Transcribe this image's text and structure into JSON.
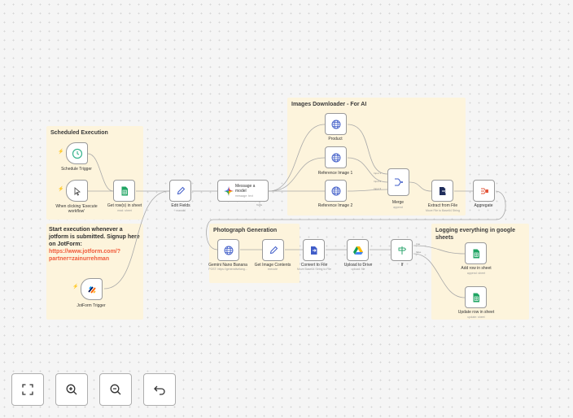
{
  "stickies": {
    "scheduled": "Scheduled Execution",
    "downloader": "Images Downloader - For AI",
    "photograph": "Photograph Generation",
    "logging": "Logging everything in google sheets"
  },
  "note": {
    "line1": "Start execution whenever a jotform is submitted. Signup here on JotForm:",
    "link1": "https://www.jotform.com/?",
    "link2": "partner=zainurrehman"
  },
  "nodes": {
    "schedule_trigger": {
      "label": "Schedule Trigger"
    },
    "manual_trigger": {
      "label": "When clicking 'Execute workflow'"
    },
    "get_rows": {
      "label": "Get row(s) in sheet",
      "sub": "read: sheet"
    },
    "jotform_trigger": {
      "label": "JotForm Trigger"
    },
    "edit_fields": {
      "label": "Edit Fields",
      "sub": "manual"
    },
    "message_model": {
      "label": "Message a model",
      "sub": "message: text"
    },
    "product": {
      "label": "Product"
    },
    "reference1": {
      "label": "Reference Image 1"
    },
    "reference2": {
      "label": "Reference Image 2"
    },
    "merge": {
      "label": "Merge",
      "sub": "append"
    },
    "extract": {
      "label": "Extract from File",
      "sub": "Move File to Base64 String"
    },
    "aggregate": {
      "label": "Aggregate"
    },
    "gemini": {
      "label": "Gemini Nano Banana",
      "sub": "POST: https://generativelang..."
    },
    "get_image": {
      "label": "Get Image Contents",
      "sub": "execute"
    },
    "convert": {
      "label": "Convert to File",
      "sub": "Move Base64 String to File"
    },
    "upload": {
      "label": "Upload to Drive",
      "sub": "upload: file"
    },
    "if": {
      "label": "If"
    },
    "add_row": {
      "label": "Add row in sheet",
      "sub": "append: sheet"
    },
    "update_row": {
      "label": "Update row in sheet",
      "sub": "update: sheet"
    }
  },
  "ports": {
    "input1": "Input 1",
    "input2": "Input 2",
    "input3": "Input 3",
    "true": "true",
    "false": "false",
    "tools": "Tools"
  },
  "controls": {
    "fit": "fit-view-icon",
    "zoom_in": "zoom-in-icon",
    "zoom_out": "zoom-out-icon",
    "undo": "undo-icon"
  }
}
